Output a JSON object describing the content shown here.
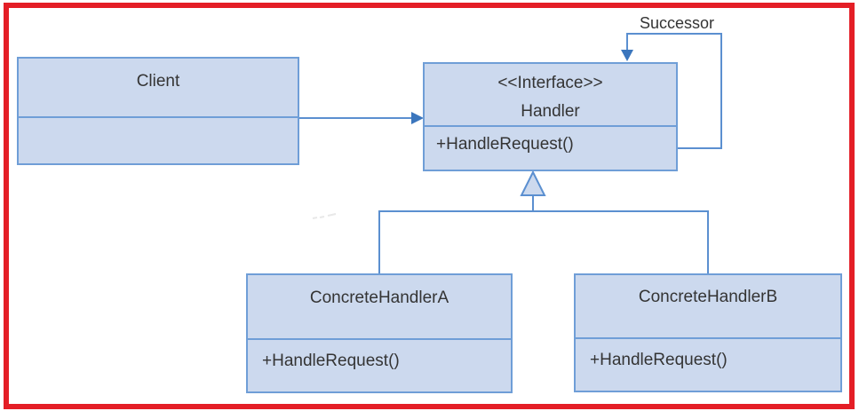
{
  "frame": {
    "border_color": "#e41e26"
  },
  "palette": {
    "box_fill": "#ccd9ee",
    "box_border": "#6f9ed7",
    "connector_line": "#5b8fd0",
    "arrowhead_fill": "#3b76bd",
    "text_color": "#343434"
  },
  "nodes": {
    "client": {
      "title": "Client"
    },
    "handler": {
      "stereotype": "<<Interface>>",
      "name": "Handler",
      "method": "+HandleRequest()"
    },
    "concrete_a": {
      "name": "ConcreteHandlerA",
      "method": "+HandleRequest()"
    },
    "concrete_b": {
      "name": "ConcreteHandlerB",
      "method": "+HandleRequest()"
    }
  },
  "labels": {
    "successor": "Successor"
  }
}
